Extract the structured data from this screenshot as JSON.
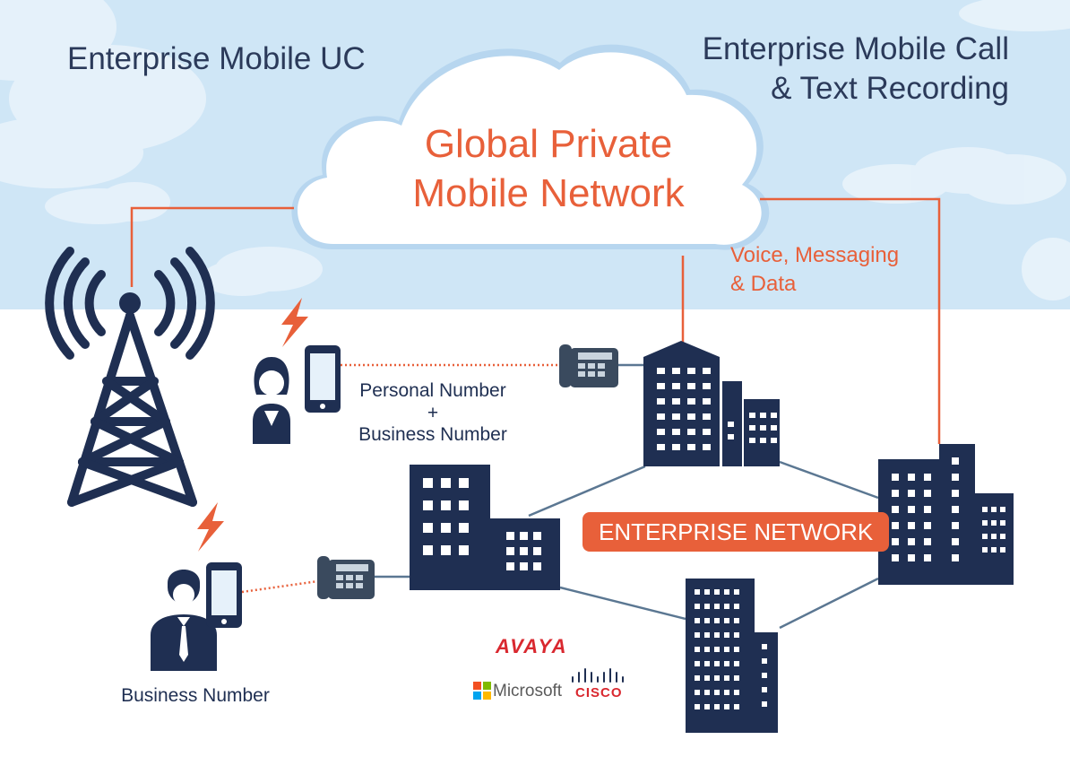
{
  "headers": {
    "left": "Enterprise Mobile UC",
    "right_line1": "Enterprise Mobile Call",
    "right_line2": "& Text Recording"
  },
  "cloud": {
    "line1": "Global Private",
    "line2": "Mobile Network"
  },
  "link_note": {
    "line1": "Voice, Messaging",
    "line2": "& Data"
  },
  "users": {
    "woman_label_line1": "Personal Number",
    "woman_label_plus": "+",
    "woman_label_line2": "Business Number",
    "man_label": "Business Number"
  },
  "network_badge": "ENTERPRISE NETWORK",
  "vendor_logos": {
    "avaya": "AVAYA",
    "microsoft": "Microsoft",
    "cisco": "CISCO"
  },
  "colors": {
    "navy": "#1f2f52",
    "accent_orange": "#e8603a",
    "sky_blue": "#cfe6f6",
    "link_gray": "#5b7792"
  }
}
